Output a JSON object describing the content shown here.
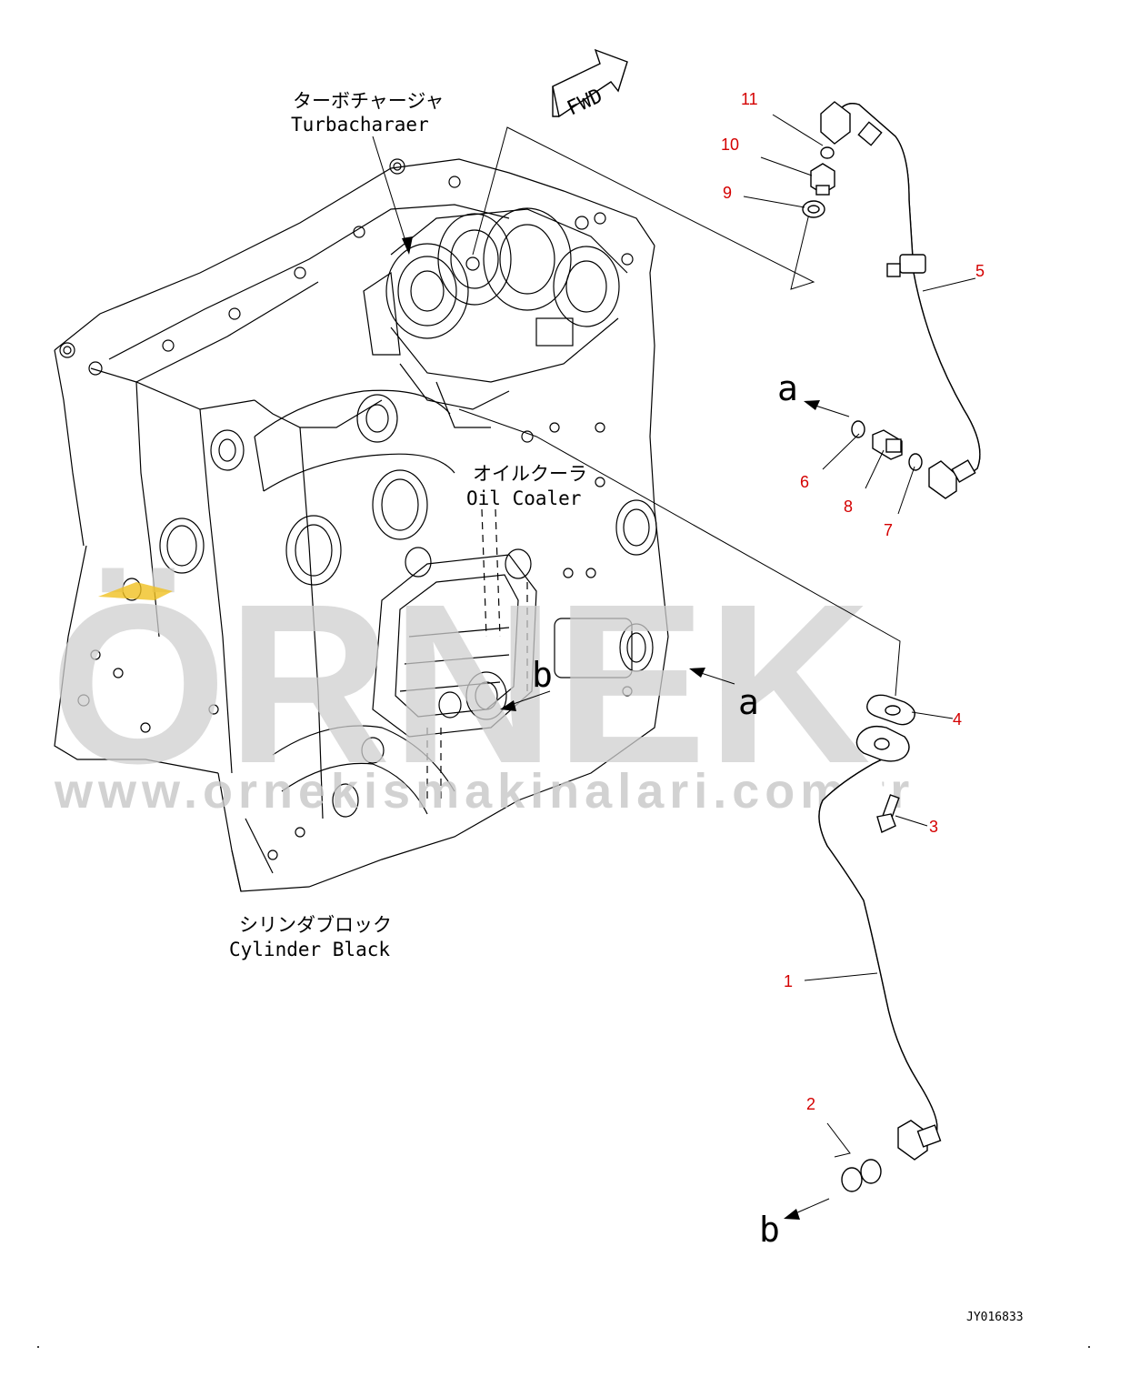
{
  "labels": {
    "turbo_jp": "ターボチャージャ",
    "turbo_en": "Turbacharaer",
    "oilcooler_jp": "オイルクーラ",
    "oilcooler_en": "Oil Coaler",
    "block_jp": "シリンダブロック",
    "block_en": "Cylinder Black",
    "fwd": "FWD",
    "ref_a": "a",
    "ref_b": "b",
    "drawing_code": "JY016833"
  },
  "parts": {
    "p1": "1",
    "p2": "2",
    "p3": "3",
    "p4": "4",
    "p5": "5",
    "p6": "6",
    "p7": "7",
    "p8": "8",
    "p9": "9",
    "p10": "10",
    "p11": "11"
  },
  "watermark": {
    "brand": "ÖRNEK",
    "url": "www.ornekismakinalari.com.tr"
  },
  "colors": {
    "callout": "#d40000",
    "watermark": "#cfcfcf",
    "accent": "#f0c020"
  }
}
